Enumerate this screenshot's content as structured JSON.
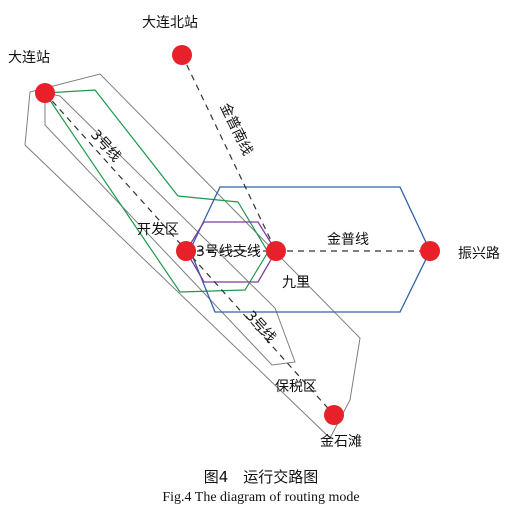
{
  "stations": {
    "dalian": "大连站",
    "dalian_north": "大连北站",
    "kaifaqu": "开发区",
    "jiuli": "九里",
    "zhenxinglu": "振兴路",
    "baoshuiqu": "保税区",
    "jinshitan": "金石滩"
  },
  "lines": {
    "line3_upper": "3号线",
    "line3_lower": "3号线",
    "line3_branch": "3号线支线",
    "jinpu_south": "金普南线",
    "jinpu": "金普线"
  },
  "colors": {
    "station": "#e8202a",
    "gray_route": "#7f7f7f",
    "green_route": "#1f9a4e",
    "blue_route": "#2f63a8",
    "purple_route": "#7b3f9c"
  },
  "caption": {
    "cn": "图4　运行交路图",
    "en": "Fig.4   The diagram of routing mode"
  }
}
